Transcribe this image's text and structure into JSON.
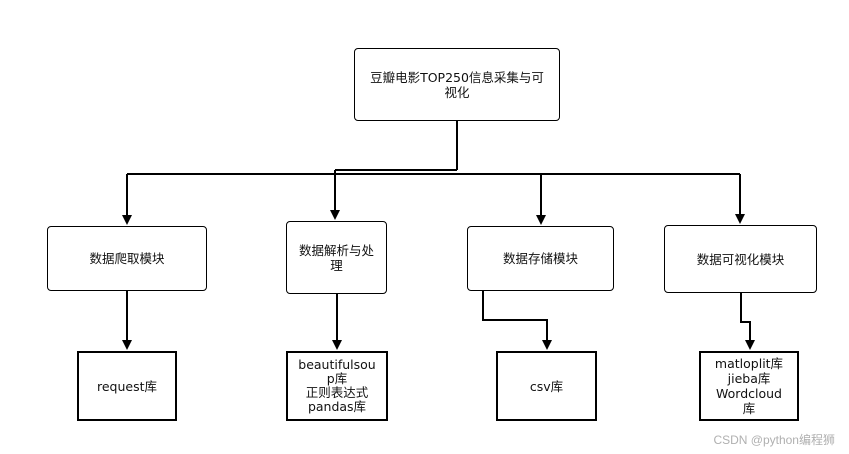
{
  "root": {
    "label": "豆瓣电影TOP250信息采集与可\n视化"
  },
  "modules": [
    {
      "label": "数据爬取模块"
    },
    {
      "label": "数据解析与处\n理"
    },
    {
      "label": "数据存储模块"
    },
    {
      "label": "数据可视化模块"
    }
  ],
  "libraries": [
    {
      "label": "request库"
    },
    {
      "label": "beautifulsou\np库\n正则表达式\npandas库"
    },
    {
      "label": "csv库"
    },
    {
      "label": "matloplit库\njieba库\nWordcloud\n库"
    }
  ],
  "watermark": "CSDN @python编程狮",
  "colors": {
    "stroke": "#000000",
    "watermark": "#b0b0b0"
  }
}
